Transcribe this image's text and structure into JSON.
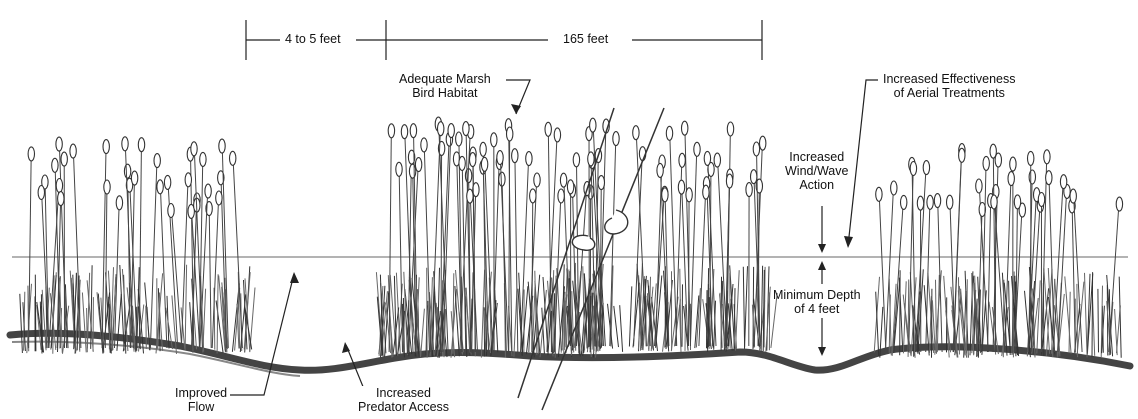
{
  "dimensions": {
    "buffer_width": "4 to 5 feet",
    "open_water_width": "165 feet"
  },
  "callouts": {
    "habitat": [
      "Adequate Marsh",
      "Bird Habitat"
    ],
    "aerial": [
      "Increased Effectiveness",
      "of Aerial Treatments"
    ],
    "wind": [
      "Increased",
      "Wind/Wave",
      "Action"
    ],
    "depth": [
      "Minimum Depth",
      "of 4 feet"
    ],
    "flow": [
      "Improved",
      "Flow"
    ],
    "predator": [
      "Increased",
      "Predator Access"
    ]
  }
}
